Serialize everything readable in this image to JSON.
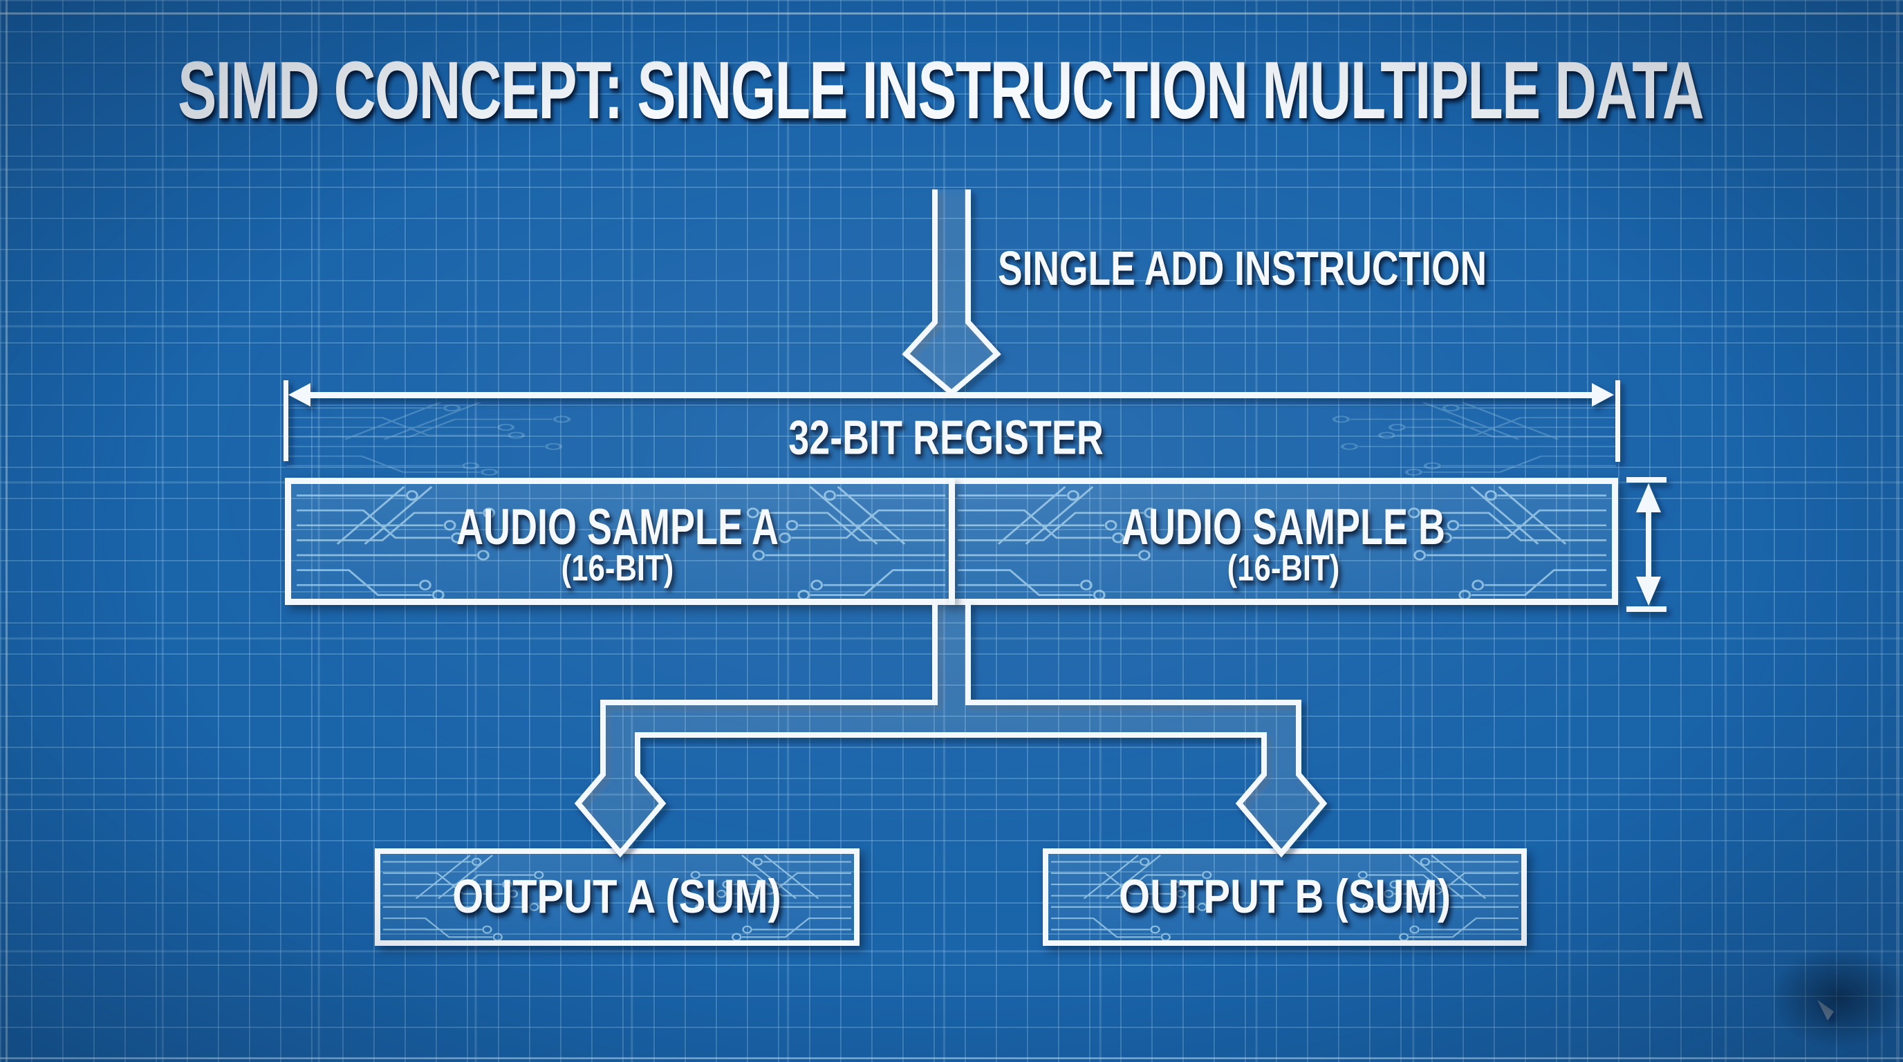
{
  "title": "SIMD CONCEPT: SINGLE INSTRUCTION MULTIPLE DATA",
  "instruction_arrow": {
    "icon": "down-arrow-icon",
    "label": "SINGLE ADD INSTRUCTION"
  },
  "register": {
    "width_label": "32-BIT REGISTER",
    "width_dimension_icon": "horizontal-double-arrow-icon",
    "height_dimension_icon": "vertical-double-arrow-icon",
    "lanes": [
      {
        "name": "AUDIO SAMPLE A",
        "size": "(16-BIT)"
      },
      {
        "name": "AUDIO SAMPLE B",
        "size": "(16-BIT)"
      }
    ]
  },
  "fork_arrow_icon": "split-down-arrows-icon",
  "outputs": [
    {
      "label": "OUTPUT A (SUM)"
    },
    {
      "label": "OUTPUT B (SUM)"
    }
  ],
  "colors": {
    "background": "#1a64aa",
    "grid_line": "#8ac4ec",
    "line_white": "#f3f8fc",
    "circuit_trace": "#a9d5ef",
    "shadow": "#041830"
  },
  "style": "blueprint-diagram"
}
